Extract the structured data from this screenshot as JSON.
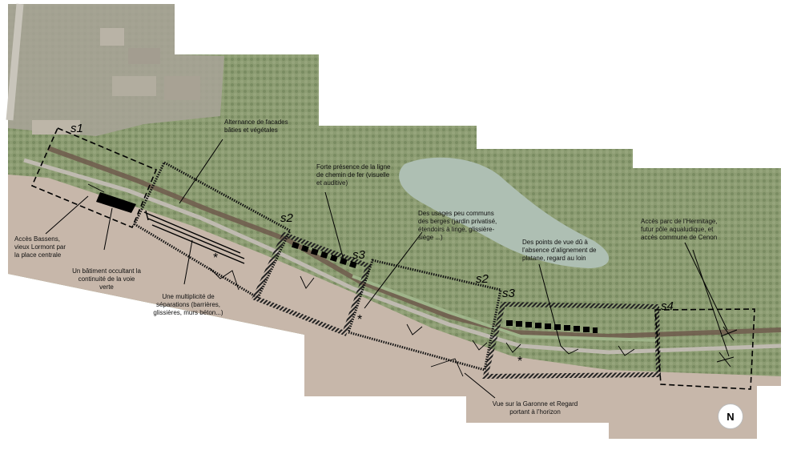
{
  "sector_labels": {
    "s1": "s1",
    "s2a": "s2",
    "s3a": "s3",
    "s2b": "s2",
    "s3b": "s3",
    "s4": "s4"
  },
  "annotations": {
    "facades": "Alternance de facades bâties et végétales",
    "railway": "Forte présence de la ligne de chemin de fer (visuelle et auditive)",
    "berges": "Des usages peu communs des berges (jardin privatisé, étendoirs à linge, glissière-siège ...)",
    "points_de_vue": "Des points de vue dû à l’absence d’alignement de platane, regard au loin",
    "hermitage": "Accès parc de l’Hermitage, futur pôle aqualudique, et accès commune de Cenon",
    "bassens": "Accès Bassens, vieux Lormont par la place centrale",
    "batiment": "Un bâtiment occultant la continuité de la voie verte",
    "separations": "Une multiplicité de séparations (barrières, glissières, murs béton...)",
    "garonne": "Vue sur la Garonne et Regard portant à l’horizon"
  },
  "north_label": "N",
  "colors": {
    "river": "#c9b9ad",
    "forest": "#889a6e",
    "lake": "#aebfb3",
    "urban": "#9a968c"
  }
}
